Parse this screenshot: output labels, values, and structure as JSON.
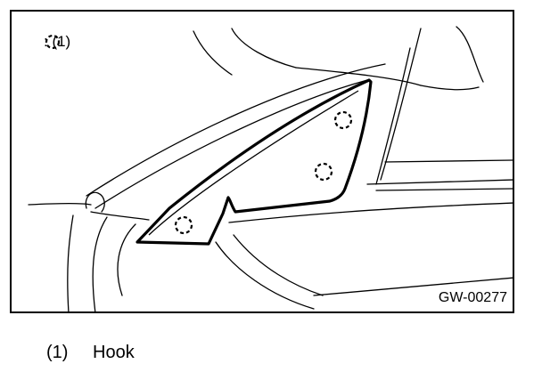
{
  "legend": {
    "symbol": "dashed-circle-icon",
    "text": ": (1)"
  },
  "figure_id": "GW-00277",
  "caption": {
    "number": "(1)",
    "label": "Hook"
  },
  "colors": {
    "line": "#000000",
    "background": "#ffffff"
  }
}
